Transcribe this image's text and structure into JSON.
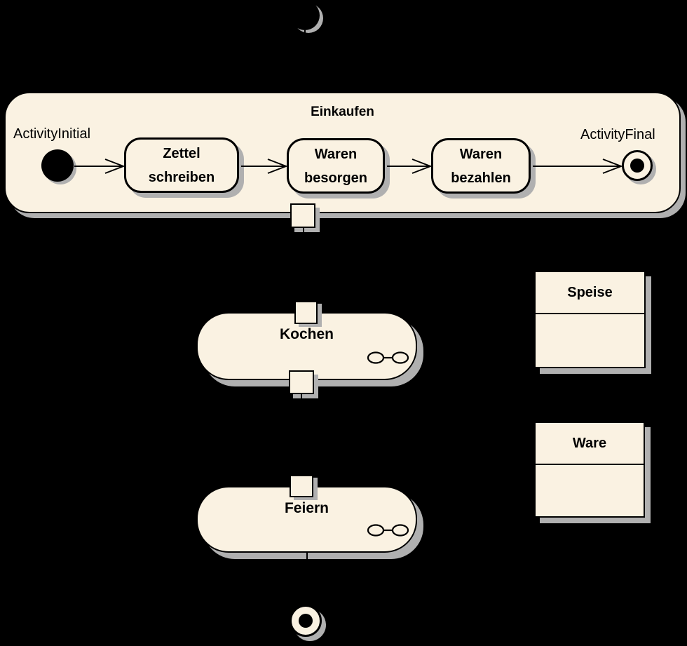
{
  "colors": {
    "background": "#000000",
    "fill": "#FAF2E2",
    "shadow": "#B0B0B0",
    "line": "#000000"
  },
  "einkaufen": {
    "title": "Einkaufen",
    "initial_label": "ActivityInitial",
    "final_label": "ActivityFinal",
    "actions": [
      {
        "lines": [
          "Zettel",
          "schreiben"
        ]
      },
      {
        "lines": [
          "Waren",
          "besorgen"
        ]
      },
      {
        "lines": [
          "Waren",
          "bezahlen"
        ]
      }
    ]
  },
  "activities": [
    {
      "label": "Kochen",
      "icon": "rake-icon"
    },
    {
      "label": "Feiern",
      "icon": "rake-icon"
    }
  ],
  "classes": [
    {
      "name": "Speise"
    },
    {
      "name": "Ware"
    }
  ]
}
